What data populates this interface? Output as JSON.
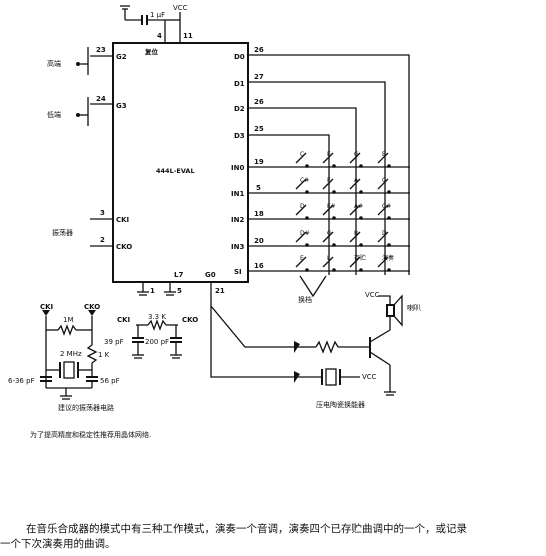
{
  "chip": {
    "name": "444L-EVAL",
    "top_label": "复位",
    "vcc_label": "VCC",
    "cap_label": "1 μF",
    "pins_left": [
      {
        "num": "23",
        "name": "G2",
        "ext": "高端"
      },
      {
        "num": "24",
        "name": "G3",
        "ext": "低端"
      },
      {
        "num": "3",
        "name": "CKI",
        "ext": "振荡器"
      },
      {
        "num": "2",
        "name": "CKO",
        "ext": ""
      }
    ],
    "pins_top": [
      {
        "num": "4",
        "name": ""
      },
      {
        "num": "11",
        "name": ""
      }
    ],
    "pins_right": [
      {
        "num": "26",
        "name": "D0"
      },
      {
        "num": "27",
        "name": "D1"
      },
      {
        "num": "26",
        "name": "D2"
      },
      {
        "num": "25",
        "name": "D3"
      },
      {
        "num": "19",
        "name": "IN0"
      },
      {
        "num": "5",
        "name": "IN1"
      },
      {
        "num": "18",
        "name": "IN2"
      },
      {
        "num": "20",
        "name": "IN3"
      },
      {
        "num": "16",
        "name": "SI"
      }
    ],
    "pins_bottom": [
      {
        "num": "1",
        "name": ""
      },
      {
        "num": "5",
        "name": "L7"
      },
      {
        "num": "21",
        "name": "G0"
      }
    ]
  },
  "keyboard": {
    "rows": [
      [
        "C",
        "E",
        "G",
        "B"
      ],
      [
        "C#",
        "F",
        "A",
        "C"
      ],
      [
        "D",
        "F#",
        "A#",
        "C#"
      ],
      [
        "D#",
        "G",
        "B",
        "D"
      ],
      [
        "E",
        "L",
        "存贮",
        "演奏"
      ]
    ],
    "mode_label": "换档"
  },
  "osc_crystal": {
    "cki": "CKI",
    "cko": "CKO",
    "r1": "1M",
    "xtal": "2 MHz",
    "r2": "1 K",
    "c1": "6-36 pF",
    "c2": "56 pF",
    "caption": "建议的振荡器电路"
  },
  "osc_rc": {
    "cki": "CKI",
    "cko": "CKO",
    "r": "3.3 K",
    "c1": "39 pF",
    "c2": "200 pF"
  },
  "output": {
    "vcc1": "VCC",
    "vcc2": "VCC",
    "speaker_label": "喇叭",
    "caption": "压电陶瓷换能器"
  },
  "note": "为了提高精度和稳定性推荐用晶体网络.",
  "paragraph": {
    "line1": "在音乐合成器的模式中有三种工作模式，演奏一个音调，演奏四个已存贮曲调中的一个，或记录",
    "line2": "一个下次演奏用的曲调。"
  }
}
